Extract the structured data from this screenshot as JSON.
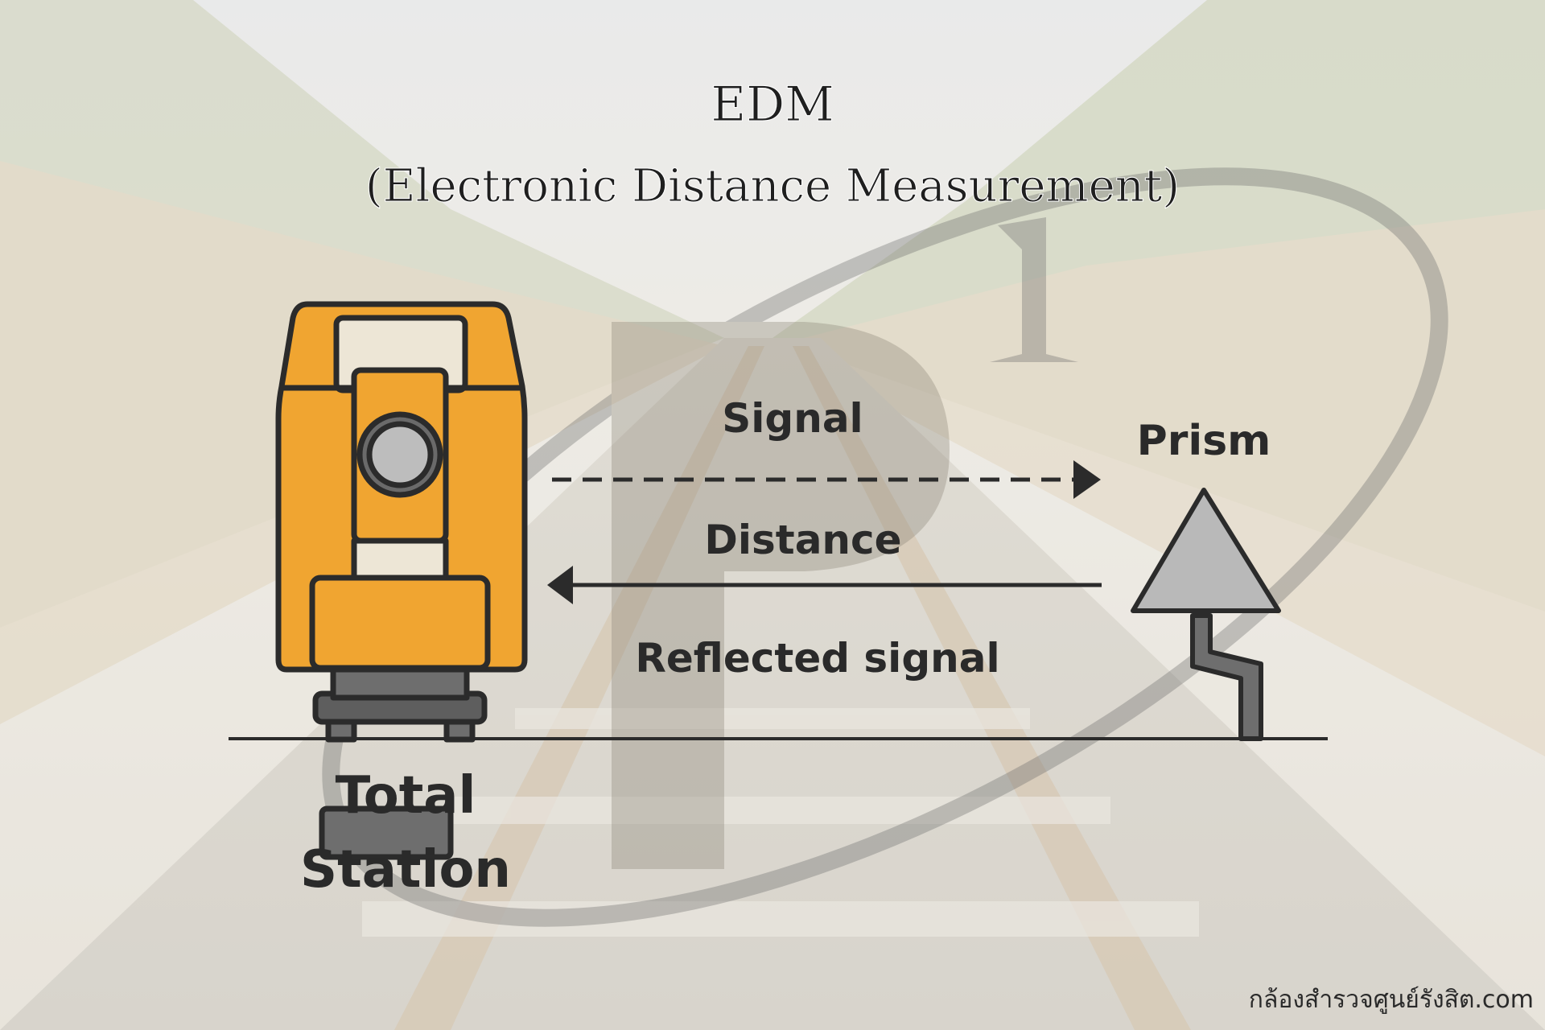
{
  "title": {
    "line1": "EDM",
    "line2": "(Electronic Distance Measurement)"
  },
  "labels": {
    "signal": "Signal",
    "distance": "Distance",
    "reflected": "Reflected signal",
    "prism": "Prism",
    "total_station_line1": "Total",
    "total_station_line2": "Station"
  },
  "watermark": {
    "site": "กล้องสำรวจศูนย์รังสิต.com",
    "logo": "P1"
  },
  "colors": {
    "instrument": "#f0a531",
    "outline": "#2b2b2b",
    "lens": "#bdbdbd",
    "prism": "#b9b9b9"
  }
}
